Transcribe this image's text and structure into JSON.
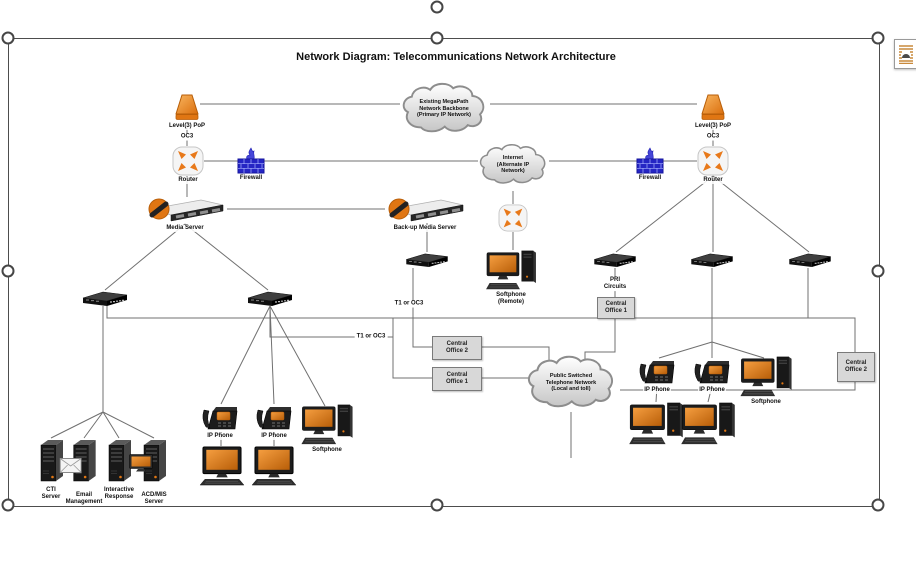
{
  "title": "Network Diagram: Telecommunications Network Architecture",
  "colors": {
    "accent_orange": "#E07613",
    "firewall_blue": "#2525C4",
    "connector_gray": "#707070",
    "office_box_fill": "#D8D8D8",
    "cloud_fill": "#E3E3E3"
  },
  "nodes": {
    "pop_left": {
      "label": "Level(3) PoP"
    },
    "pop_right": {
      "label": "Level(3) PoP"
    },
    "oc3_left": {
      "label": "OC3"
    },
    "oc3_right": {
      "label": "OC3"
    },
    "router_left": {
      "label": "Router"
    },
    "router_right": {
      "label": "Router"
    },
    "firewall_left": {
      "label": "Firewall"
    },
    "firewall_right": {
      "label": "Firewall"
    },
    "backbone_cloud": {
      "label": "Existing MegaPath\nNetwork Backbone\n(Primary IP Network)"
    },
    "internet_cloud": {
      "label": "Internet\n(Alternate IP\nNetwork)"
    },
    "media_server": {
      "label": "Media Server"
    },
    "backup_media_server": {
      "label": "Back-up Media Server"
    },
    "softphone_remote": {
      "label": "Softphone\n(Remote)"
    },
    "t1_oc3_a": {
      "label": "T1 or OC3"
    },
    "t1_oc3_b": {
      "label": "T1 or OC3"
    },
    "pri_circuits": {
      "label": "PRI\nCircuits"
    },
    "central_office_1_right": {
      "label": "Central\nOffice 1"
    },
    "central_office_2_left": {
      "label": "Central\nOffice 2"
    },
    "central_office_1_left": {
      "label": "Central\nOffice 1"
    },
    "central_office_2_right": {
      "label": "Central\nOffice 2"
    },
    "pstn_cloud": {
      "label": "Public Switched\nTelephone Network\n(Local and toll)"
    },
    "ip_phone_l1": {
      "label": "IP Phone"
    },
    "ip_phone_l2": {
      "label": "IP Phone"
    },
    "ip_phone_r1": {
      "label": "IP Phone"
    },
    "ip_phone_r2": {
      "label": "IP Phone"
    },
    "softphone_left": {
      "label": "Softphone"
    },
    "softphone_right": {
      "label": "Softphone"
    },
    "cti_server": {
      "label": "CTI\nServer"
    },
    "email_management": {
      "label": "Email\nManagement"
    },
    "interactive_response": {
      "label": "Interactive\nResponse"
    },
    "acd_mis_server": {
      "label": "ACD/MIS\nServer"
    }
  }
}
